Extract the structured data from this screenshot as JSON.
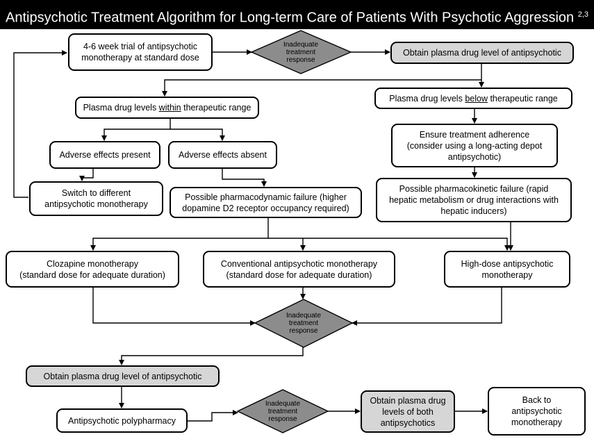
{
  "title": "Antipsychotic Treatment Algorithm for Long-term Care of Patients With Psychotic Aggression",
  "title_superscript": "2,3",
  "nodes": {
    "trial": [
      "4-6 week trial of antipsychotic",
      "monotherapy at standard dose"
    ],
    "decision1": [
      "Inadequate",
      "treatment",
      "response"
    ],
    "obtain_level_1": [
      "Obtain plasma drug level of antipsychotic"
    ],
    "within_range": {
      "before": "Plasma drug levels ",
      "underlined": "within",
      "after": " therapeutic range"
    },
    "below_range": {
      "before": "Plasma drug levels ",
      "underlined": "below",
      "after": " therapeutic range"
    },
    "adherence": [
      "Ensure treatment adherence",
      "(consider using a long-acting depot",
      "antipsychotic)"
    ],
    "adverse_present": [
      "Adverse effects present"
    ],
    "adverse_absent": [
      "Adverse effects absent"
    ],
    "switch": [
      "Switch to different",
      "antipsychotic monotherapy"
    ],
    "pd_failure": [
      "Possible pharmacodynamic failure (higher",
      "dopamine D2 receptor occupancy required)"
    ],
    "pk_failure": [
      "Possible pharmacokinetic failure (rapid",
      "hepatic metabolism or drug interactions with",
      "hepatic inducers)"
    ],
    "clozapine": [
      "Clozapine monotherapy",
      "(standard dose for adequate duration)"
    ],
    "conventional": [
      "Conventional antipsychotic monotherapy",
      "(standard dose for adequate duration)"
    ],
    "high_dose": [
      "High-dose antipsychotic",
      "monotherapy"
    ],
    "decision2": [
      "Inadequate",
      "treatment",
      "response"
    ],
    "obtain_level_2": [
      "Obtain plasma drug level of antipsychotic"
    ],
    "polypharmacy": [
      "Antipsychotic polypharmacy"
    ],
    "decision3": [
      "Inadequate",
      "treatment",
      "response"
    ],
    "obtain_both": [
      "Obtain plasma drug",
      "levels of both",
      "antipsychotics"
    ],
    "back": [
      "Back to",
      "antipsychotic",
      "monotherapy"
    ]
  },
  "colors": {
    "title_bg": "#000000",
    "title_text": "#ffffff",
    "gray_fill": "#d6d6d6",
    "diamond_fill": "#8c8c8c",
    "line": "#000000"
  }
}
